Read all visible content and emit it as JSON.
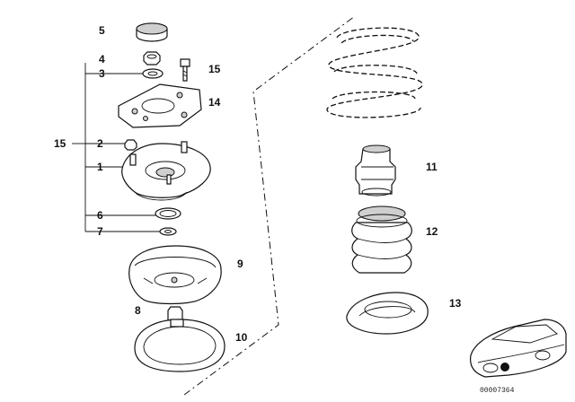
{
  "labels": {
    "p5": "5",
    "p4": "4",
    "p3": "3",
    "p15a": "15",
    "p14": "14",
    "p15b": "15",
    "p2": "2",
    "p1": "1",
    "p6": "6",
    "p7": "7",
    "p9": "9",
    "p8": "8",
    "p10": "10",
    "p11": "11",
    "p12": "12",
    "p13": "13"
  },
  "diagram_code": "00007364"
}
